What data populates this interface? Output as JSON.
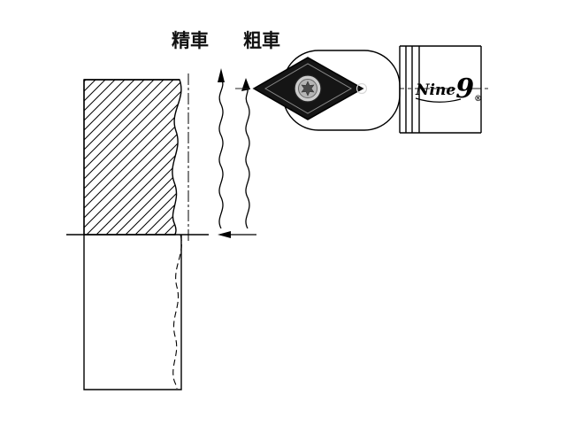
{
  "diagram": {
    "labels": {
      "finish": "精車",
      "rough": "粗車"
    },
    "brand": {
      "prefix": "Nine",
      "suffix": "9",
      "mark": "®"
    },
    "colors": {
      "line": "#000000",
      "insert_fill": "#151515",
      "screw_fill": "#cccccc",
      "background": "#ffffff"
    }
  }
}
